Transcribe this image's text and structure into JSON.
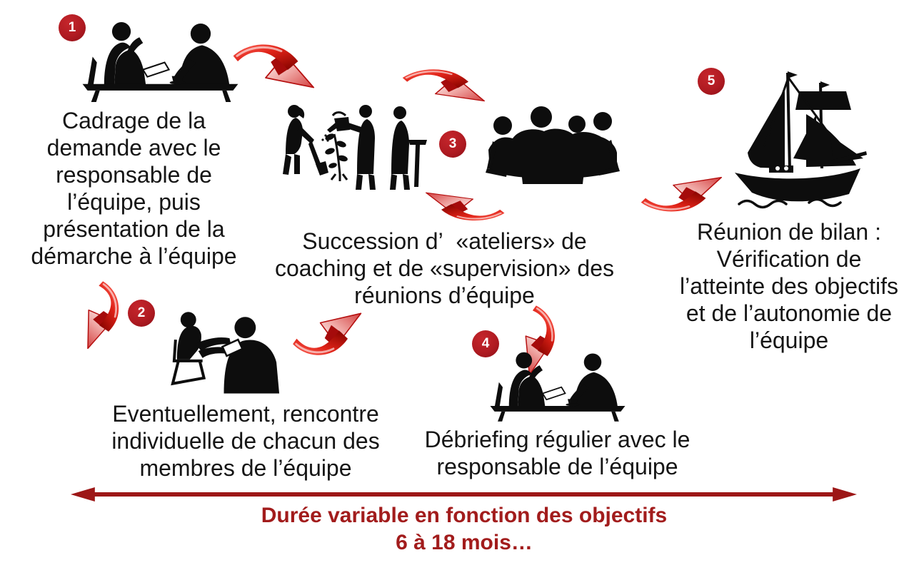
{
  "diagram": {
    "language": "fr",
    "steps": [
      {
        "number": "1",
        "icon": "two-people-discussion",
        "label": "Cadrage de la\ndemande avec le\nresponsable de\nl’équipe, puis\nprésentation de la\ndémarche à l’équipe"
      },
      {
        "number": "2",
        "icon": "individual-interview",
        "label": "Eventuellement, rencontre\nindividuelle de chacun des\nmembres de l’équipe"
      },
      {
        "number": "3",
        "icon": "gardening-and-team-meeting",
        "label": "Succession d’  «ateliers» de\ncoaching et de «supervision» des\nréunions d’équipe"
      },
      {
        "number": "4",
        "icon": "two-people-discussion",
        "label": "Débriefing régulier avec le\nresponsable de l’équipe"
      },
      {
        "number": "5",
        "icon": "sailing-ship",
        "label": "Réunion de bilan :\nVérification de\nl’atteinte des objectifs\net de l’autonomie de\nl’équipe"
      }
    ],
    "arrows": [
      "arrow-step1-to-step3",
      "arrow-step1-to-step2",
      "arrow-step2-to-step3",
      "arrow-workshops-to-meeting",
      "arrow-meeting-back-to-workshops",
      "arrow-step3-to-step4",
      "arrow-step3-to-step5",
      "timeline-double-headed-arrow"
    ],
    "timeline": {
      "line1": "Durée variable en fonction des objectifs",
      "line2": "6 à 18 mois…"
    },
    "colors": {
      "badge_red": "#b01b22",
      "glossy_arrow_red": "#e02318",
      "timeline_red": "#a21c1c",
      "silhouette_black": "#0d0d0d",
      "background": "#ffffff"
    }
  }
}
